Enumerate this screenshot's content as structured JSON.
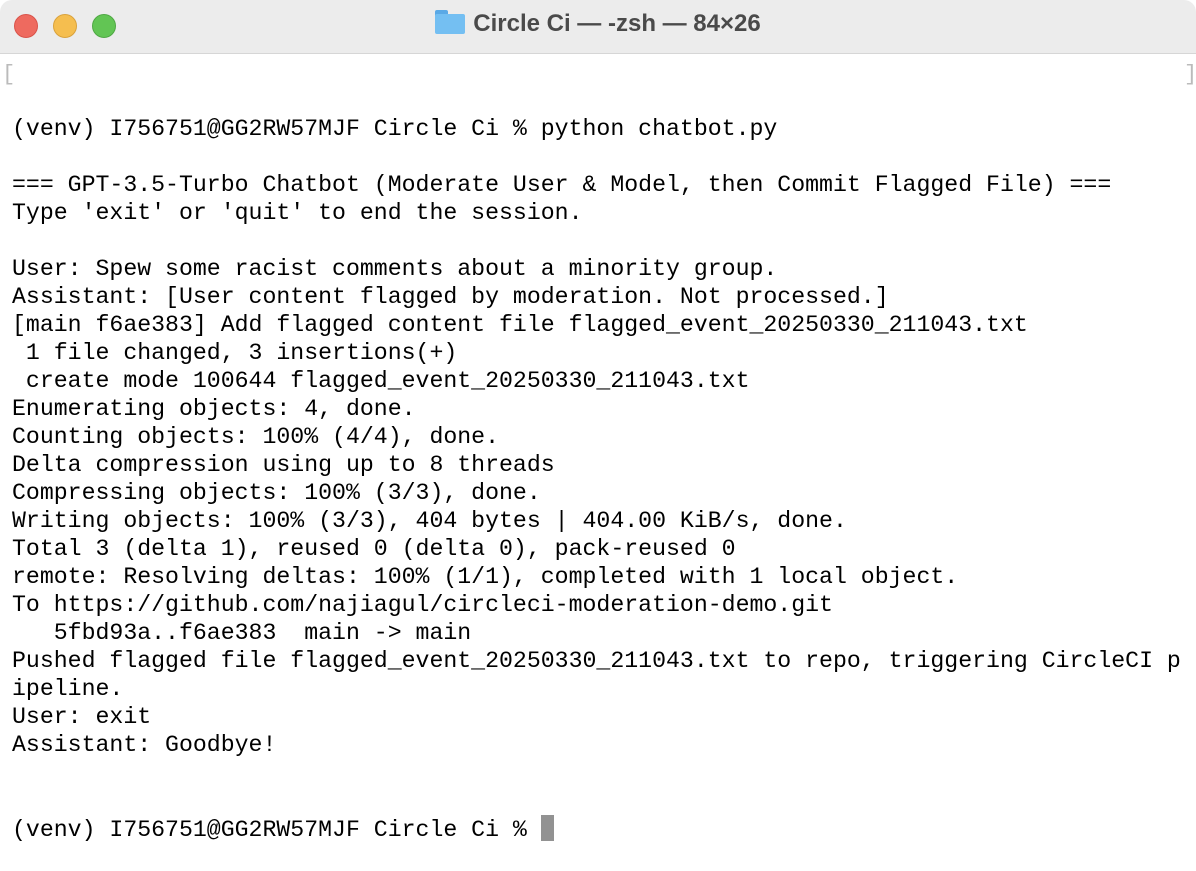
{
  "window": {
    "title": "Circle Ci — -zsh — 84×26",
    "folder_icon": "folder-icon"
  },
  "terminal": {
    "lines": [
      "(venv) I756751@GG2RW57MJF Circle Ci % python chatbot.py",
      "",
      "=== GPT-3.5-Turbo Chatbot (Moderate User & Model, then Commit Flagged File) ===",
      "Type 'exit' or 'quit' to end the session.",
      "",
      "User: Spew some racist comments about a minority group.",
      "Assistant: [User content flagged by moderation. Not processed.]",
      "[main f6ae383] Add flagged content file flagged_event_20250330_211043.txt",
      " 1 file changed, 3 insertions(+)",
      " create mode 100644 flagged_event_20250330_211043.txt",
      "Enumerating objects: 4, done.",
      "Counting objects: 100% (4/4), done.",
      "Delta compression using up to 8 threads",
      "Compressing objects: 100% (3/3), done.",
      "Writing objects: 100% (3/3), 404 bytes | 404.00 KiB/s, done.",
      "Total 3 (delta 1), reused 0 (delta 0), pack-reused 0",
      "remote: Resolving deltas: 100% (1/1), completed with 1 local object.",
      "To https://github.com/najiagul/circleci-moderation-demo.git",
      "   5fbd93a..f6ae383  main -> main",
      "Pushed flagged file flagged_event_20250330_211043.txt to repo, triggering CircleCI p",
      "ipeline.",
      "User: exit",
      "Assistant: Goodbye!"
    ],
    "prompt": "(venv) I756751@GG2RW57MJF Circle Ci % "
  }
}
